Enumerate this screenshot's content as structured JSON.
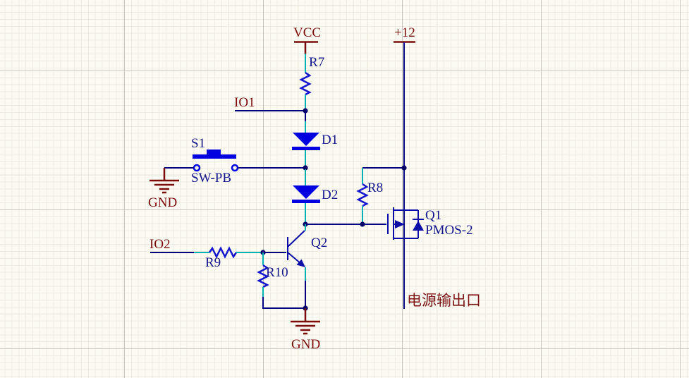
{
  "schematic": {
    "power_rails": {
      "vcc": "VCC",
      "plus12": "+12",
      "gnd_left": "GND",
      "gnd_bottom": "GND"
    },
    "net_labels": {
      "io1": "IO1",
      "io2": "IO2"
    },
    "designators": {
      "r7": "R7",
      "r8": "R8",
      "r9": "R9",
      "r10": "R10",
      "d1": "D1",
      "d2": "D2",
      "s1": "S1",
      "s1_part": "SW-PB",
      "q1": "Q1",
      "q1_part": "PMOS-2",
      "q2": "Q2"
    },
    "annotations": {
      "output_port": "电源输出口"
    },
    "colors": {
      "background": "#FBFAF3",
      "grid_major": "#C9C6BE",
      "grid_minor": "#EFECE2",
      "wire": "#000080",
      "pin": "#00B2B2",
      "component": "#0000E0",
      "resistor": "#1414CC",
      "transistor": "#0D0DA8",
      "power_symbol": "#7C0D0D",
      "designator_text": "#16168C",
      "net_label_text": "#7C0D0D",
      "annotation_text": "#7C1616",
      "junction": "#000066"
    }
  }
}
